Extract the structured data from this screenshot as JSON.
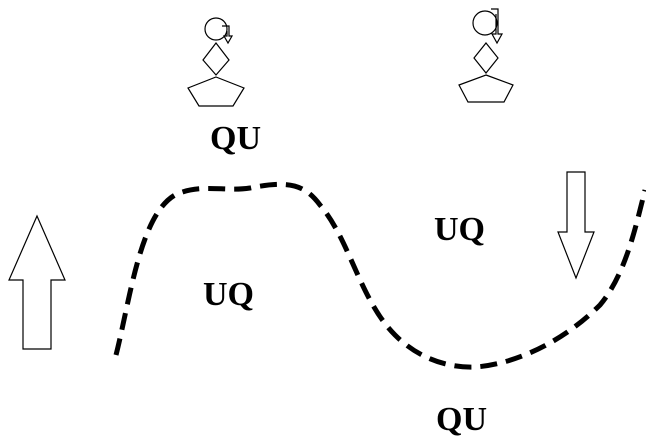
{
  "labels": {
    "top_left": "QU",
    "left_well": "UQ",
    "right_well": "UQ",
    "bottom": "QU"
  },
  "arrows": {
    "left": "up",
    "right": "down"
  },
  "figures": {
    "left": "molecule-icon",
    "right": "molecule-icon"
  },
  "colors": {
    "stroke": "#000000",
    "background": "#ffffff"
  }
}
